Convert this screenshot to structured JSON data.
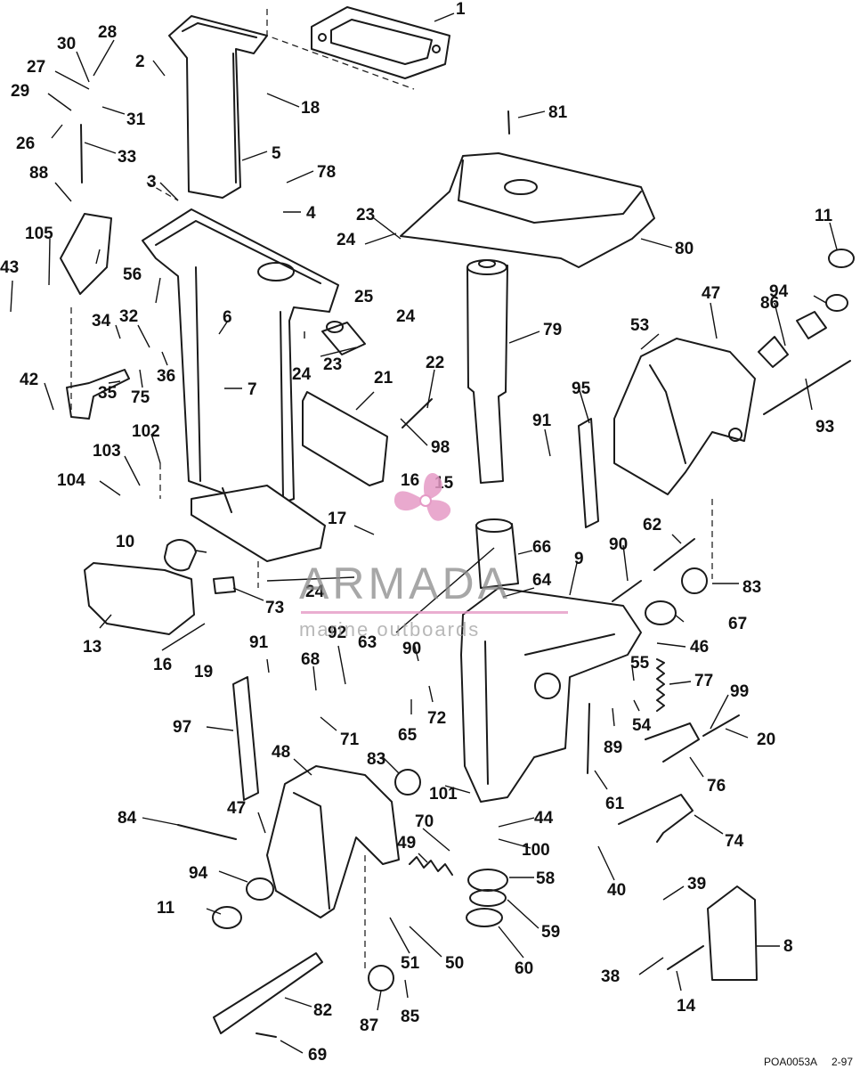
{
  "watermark": {
    "brand": "ARMADA",
    "tagline": "marine outboards",
    "colors": {
      "logo_pink": "#e59ac6",
      "text_gray": "#8a8a8a"
    }
  },
  "reference": {
    "code": "POA0053A",
    "date": "2-97"
  },
  "part_labels": [
    "1",
    "2",
    "3",
    "4",
    "5",
    "6",
    "7",
    "8",
    "9",
    "10",
    "11",
    "13",
    "14",
    "15",
    "16",
    "17",
    "18",
    "19",
    "20",
    "21",
    "22",
    "23",
    "24",
    "25",
    "26",
    "27",
    "28",
    "29",
    "30",
    "31",
    "32",
    "33",
    "34",
    "35",
    "36",
    "38",
    "39",
    "40",
    "42",
    "43",
    "44",
    "46",
    "47",
    "48",
    "49",
    "50",
    "51",
    "53",
    "54",
    "55",
    "56",
    "58",
    "59",
    "60",
    "61",
    "62",
    "63",
    "64",
    "65",
    "66",
    "67",
    "68",
    "69",
    "70",
    "71",
    "72",
    "73",
    "74",
    "75",
    "76",
    "77",
    "78",
    "79",
    "80",
    "81",
    "82",
    "83",
    "84",
    "85",
    "86",
    "87",
    "88",
    "89",
    "90",
    "91",
    "92",
    "93",
    "94",
    "95",
    "97",
    "98",
    "99",
    "100",
    "101",
    "102",
    "103",
    "104",
    "105"
  ],
  "callouts": {
    "l1": "1",
    "l2": "2",
    "l3": "3",
    "l4": "4",
    "l5": "5",
    "l6": "6",
    "l7": "7",
    "l8": "8",
    "l9": "9",
    "l10": "10",
    "l11a": "11",
    "l11b": "11",
    "l13": "13",
    "l14": "14",
    "l15": "15",
    "l16a": "16",
    "l16b": "16",
    "l17": "17",
    "l18": "18",
    "l19": "19",
    "l20": "20",
    "l21": "21",
    "l22": "22",
    "l23a": "23",
    "l23b": "23",
    "l24a": "24",
    "l24b": "24",
    "l24c": "24",
    "l24d": "24",
    "l25": "25",
    "l26": "26",
    "l27": "27",
    "l28": "28",
    "l29": "29",
    "l30": "30",
    "l31": "31",
    "l32": "32",
    "l33": "33",
    "l34": "34",
    "l35": "35",
    "l36": "36",
    "l38": "38",
    "l39": "39",
    "l40": "40",
    "l42": "42",
    "l43": "43",
    "l44": "44",
    "l46": "46",
    "l47a": "47",
    "l47b": "47",
    "l48": "48",
    "l49": "49",
    "l50": "50",
    "l51": "51",
    "l53": "53",
    "l54": "54",
    "l55": "55",
    "l56": "56",
    "l58": "58",
    "l59": "59",
    "l60": "60",
    "l61": "61",
    "l62": "62",
    "l63": "63",
    "l64": "64",
    "l65": "65",
    "l66": "66",
    "l67": "67",
    "l68": "68",
    "l69": "69",
    "l70": "70",
    "l71": "71",
    "l72": "72",
    "l73": "73",
    "l74": "74",
    "l75": "75",
    "l76": "76",
    "l77": "77",
    "l78": "78",
    "l79": "79",
    "l80": "80",
    "l81": "81",
    "l82": "82",
    "l83a": "83",
    "l83b": "83",
    "l84": "84",
    "l85": "85",
    "l86": "86",
    "l87": "87",
    "l88": "88",
    "l89": "89",
    "l90a": "90",
    "l90b": "90",
    "l91a": "91",
    "l91b": "91",
    "l92": "92",
    "l93": "93",
    "l94a": "94",
    "l94b": "94",
    "l95": "95",
    "l97": "97",
    "l98": "98",
    "l99": "99",
    "l100": "100",
    "l101": "101",
    "l102": "102",
    "l103": "103",
    "l104": "104",
    "l105": "105"
  }
}
